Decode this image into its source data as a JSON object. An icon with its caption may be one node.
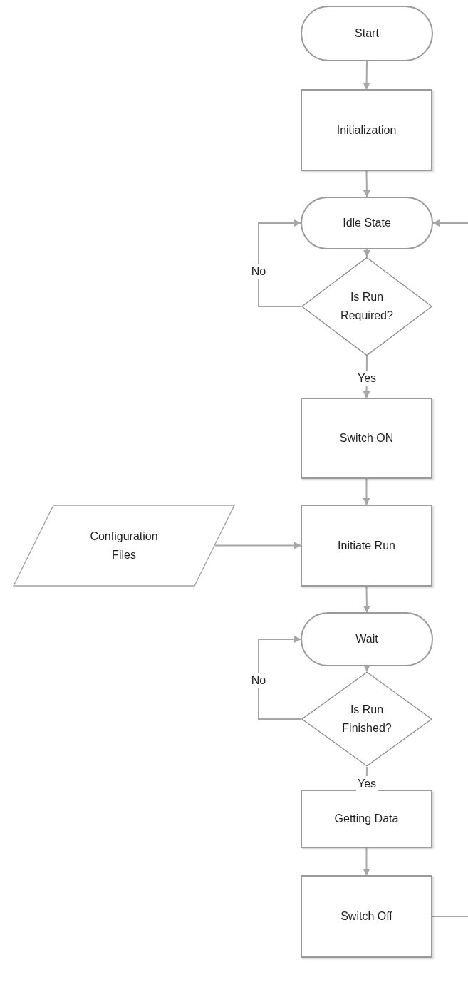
{
  "diagram": {
    "nodes": [
      {
        "text": [
          "Start"
        ]
      },
      {
        "text": [
          "Initialization"
        ]
      },
      {
        "text": [
          "Idle State"
        ]
      },
      {
        "text": [
          "Is Run Required?"
        ]
      },
      {
        "text": [
          "Switch ON"
        ]
      },
      {
        "text": [
          "Configuration Files"
        ]
      },
      {
        "text": [
          "Initiate Run"
        ]
      },
      {
        "text": [
          "Wait"
        ]
      },
      {
        "text": [
          "Is Run Finished?"
        ]
      },
      {
        "text": [
          "Getting Data"
        ]
      },
      {
        "text": [
          "Switch Off"
        ]
      }
    ],
    "edges": [
      {
        "from": 0,
        "to": 1,
        "arrow": "to"
      },
      {
        "from": 1,
        "to": 2,
        "arrow": "to"
      },
      {
        "from": 2,
        "to": 3,
        "arrow": "to"
      },
      {
        "from": 3,
        "to": 2,
        "arrow": "to",
        "label": "No"
      },
      {
        "from": 3,
        "to": 4,
        "arrow": "to",
        "label": "Yes"
      },
      {
        "from": 4,
        "to": 6,
        "arrow": "to"
      },
      {
        "from": 5,
        "to": 6,
        "arrow": "to"
      },
      {
        "from": 6,
        "to": 7,
        "arrow": "to"
      },
      {
        "from": 7,
        "to": 8,
        "arrow": "to"
      },
      {
        "from": 8,
        "to": 7,
        "arrow": "to",
        "label": "No"
      },
      {
        "from": 8,
        "to": 9,
        "arrow": "to",
        "label": "Yes"
      },
      {
        "from": 9,
        "to": 10,
        "arrow": "to"
      },
      {
        "from": 10,
        "to": null,
        "arrow": "none"
      },
      {
        "from": null,
        "to": 2,
        "arrow": "to"
      }
    ]
  }
}
